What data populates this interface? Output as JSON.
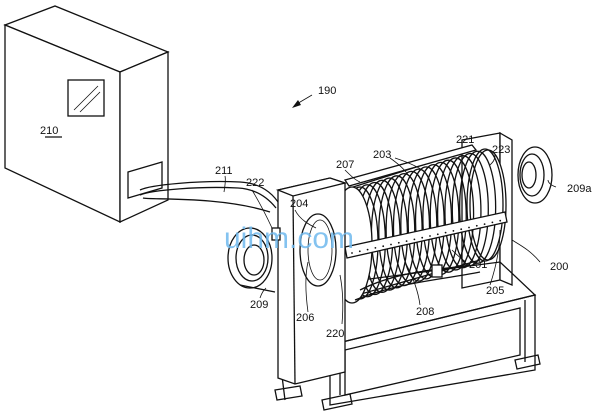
{
  "labels": {
    "l210": "210",
    "l190": "190",
    "l211": "211",
    "l222": "222",
    "l204": "204",
    "l207": "207",
    "l203": "203",
    "l221": "221",
    "l223": "223",
    "l209a": "209a",
    "l200": "200",
    "l201": "201",
    "l205": "205",
    "l208": "208",
    "l220": "220",
    "l206": "206",
    "l209": "209"
  },
  "watermark": "uihm.com",
  "colors": {
    "line": "#111111",
    "watermark": "#6fb9ee",
    "background": "#ffffff"
  }
}
